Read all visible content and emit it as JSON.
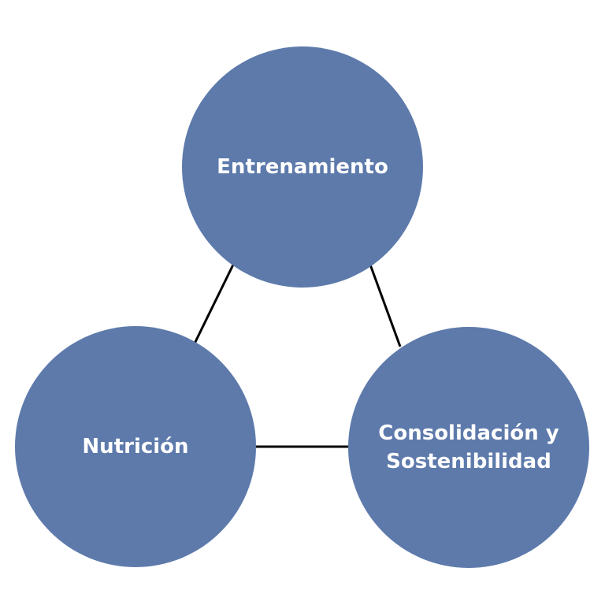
{
  "colors": {
    "node_fill": "#5d7aab",
    "node_text": "#ffffff",
    "connector": "#000000",
    "background": "#ffffff"
  },
  "nodes": {
    "top": {
      "label": "Entrenamiento"
    },
    "left": {
      "label": "Nutrición"
    },
    "right": {
      "label": "Consolidación y\nSostenibilidad"
    }
  },
  "connections": [
    {
      "from": "top",
      "to": "left"
    },
    {
      "from": "top",
      "to": "right"
    },
    {
      "from": "left",
      "to": "right"
    }
  ]
}
